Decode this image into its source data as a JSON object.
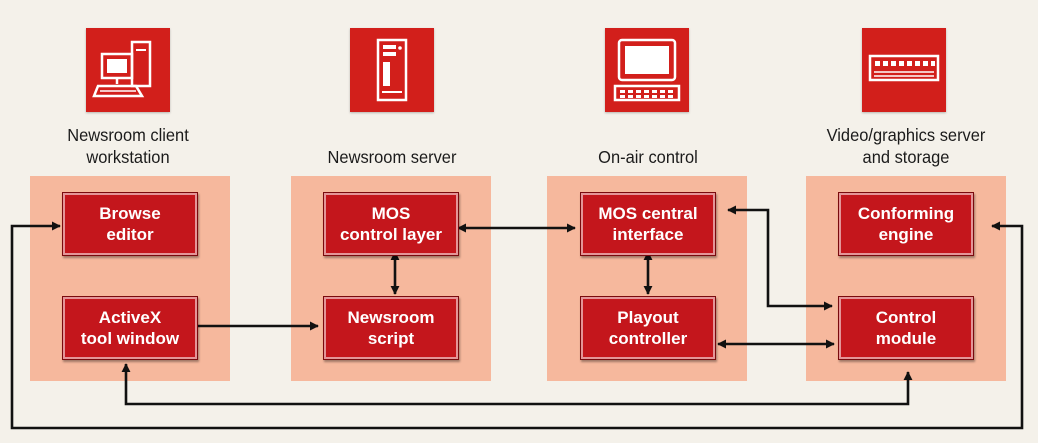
{
  "columns": [
    {
      "title": "Newsroom client\nworkstation",
      "icon": "workstation-icon"
    },
    {
      "title": "Newsroom server",
      "icon": "server-tower-icon"
    },
    {
      "title": "On-air control",
      "icon": "control-terminal-icon"
    },
    {
      "title": "Video/graphics server\nand storage",
      "icon": "storage-array-icon"
    }
  ],
  "modules": {
    "browse_editor": "Browse\neditor",
    "activex_tool_window": "ActiveX\ntool window",
    "mos_control_layer": "MOS\ncontrol layer",
    "newsroom_script": "Newsroom\nscript",
    "mos_central_interface": "MOS central\ninterface",
    "playout_controller": "Playout\ncontroller",
    "conforming_engine": "Conforming\nengine",
    "control_module": "Control\nmodule"
  },
  "colors": {
    "accent_red": "#c4161c",
    "icon_red": "#d21f1b",
    "panel_peach": "#f6b89d",
    "background": "#f4f1ea",
    "line": "#111111"
  }
}
